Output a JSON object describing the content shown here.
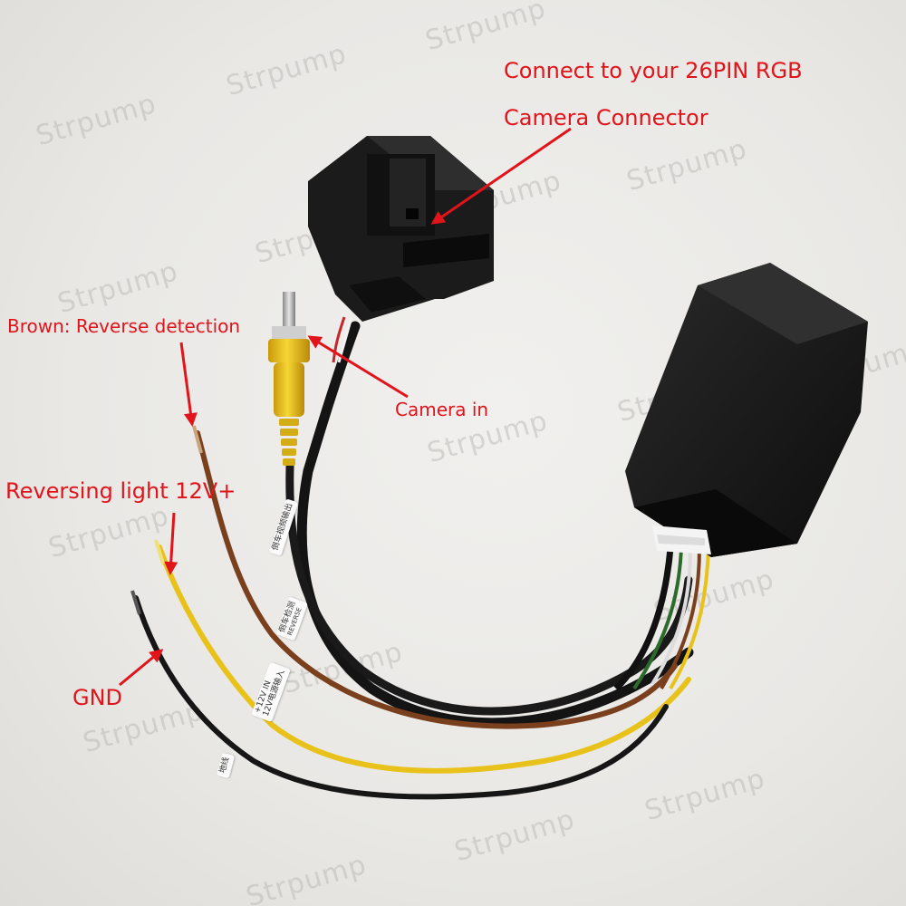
{
  "labels": {
    "connect": "Connect to your 26PIN RGB",
    "camera_connector": "Camera Connector",
    "brown": "Brown: Reverse detection",
    "camera_in": "Camera in",
    "reversing_light": "Reversing light 12V+",
    "gnd": "GND"
  },
  "watermark": "Strpump",
  "tags": {
    "tag1": "倒车视频输出",
    "tag2_line1": "倒车检测",
    "tag2_line2": "REVERSE",
    "tag3_line1": "+12V IN",
    "tag3_line2": "12V电源输入",
    "tag4": "地线"
  },
  "colors": {
    "annotation": "#e1141b",
    "background": "#ecebe8",
    "module": "#151515",
    "rca_yellow": "#f2c81d",
    "wire_brown": "#7a3f1d",
    "wire_yellow": "#e8c21a",
    "wire_black": "#161616"
  }
}
